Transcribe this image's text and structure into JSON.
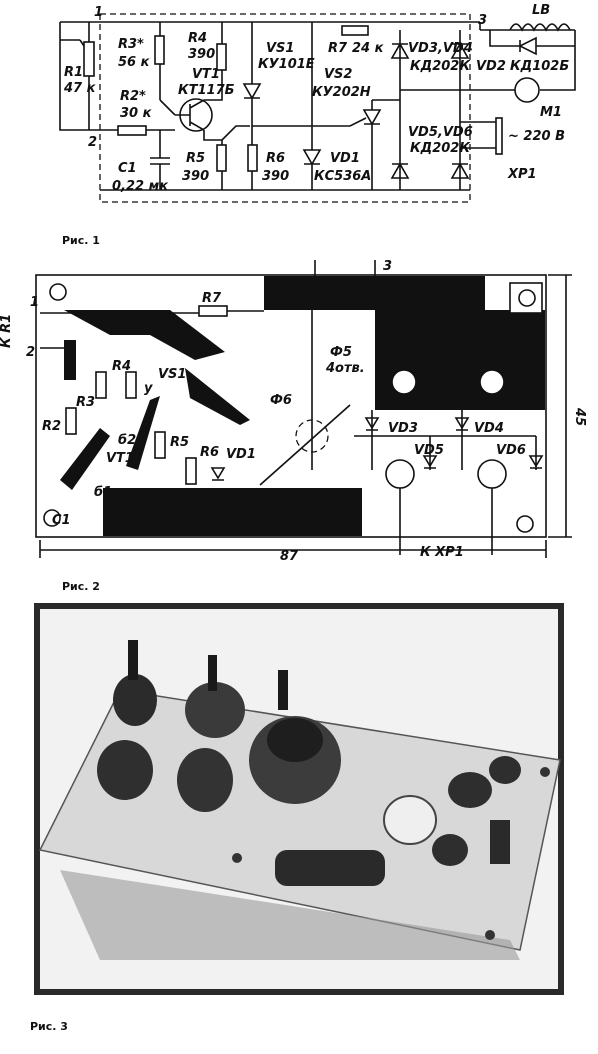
{
  "figure1": {
    "caption": "Рис. 1",
    "nodes": {
      "n1": "1",
      "n2": "2",
      "n3": "3"
    },
    "components": {
      "R1": {
        "ref": "R1",
        "value": "47 к"
      },
      "R2": {
        "ref": "R2*",
        "value": "30 к"
      },
      "R3": {
        "ref": "R3*",
        "value": "56 к"
      },
      "R4": {
        "ref": "R4",
        "value": "390"
      },
      "VT1": {
        "ref": "VT1",
        "value": "КТ117Б"
      },
      "R5": {
        "ref": "R5",
        "value": "390"
      },
      "R6": {
        "ref": "R6",
        "value": "390"
      },
      "C1": {
        "ref": "C1",
        "value": "0,22 мк"
      },
      "VS1": {
        "ref": "VS1",
        "value": "КУ101Е"
      },
      "VS2": {
        "ref": "VS2",
        "value": "КУ202Н"
      },
      "R7": {
        "ref": "R7",
        "value": "24 к"
      },
      "VD1": {
        "ref": "VD1",
        "value": "КС536А"
      },
      "VD3VD4": {
        "ref": "VD3,VD4",
        "value": "КД202К"
      },
      "VD5VD6": {
        "ref": "VD5,VD6",
        "value": "КД202К"
      },
      "VD2": {
        "ref": "VD2",
        "value": "КД102Б"
      },
      "LB": {
        "ref": "LB"
      },
      "M1": {
        "ref": "M1"
      },
      "XP1": {
        "ref": "XP1",
        "value": "~ 220 В"
      }
    }
  },
  "figure2": {
    "caption": "Рис. 2",
    "side_label": "К R1",
    "pins": {
      "p1": "1",
      "p2": "2",
      "p3": "3"
    },
    "labels": {
      "R1": "R7",
      "R2": "R2",
      "R3": "R3",
      "R4": "R4",
      "R5": "R5",
      "R6": "R6",
      "VS1": "VS1",
      "VT1": "VT1",
      "VD1": "VD1",
      "VD3": "VD3",
      "VD4": "VD4",
      "VD5": "VD5",
      "VD6": "VD6",
      "C1": "C1",
      "y": "у",
      "b1": "б1",
      "b2": "б2"
    },
    "holes_main": "Ф5",
    "holes_count": "4отв.",
    "hole_small": "Ф6",
    "dim_width": "87",
    "dim_height": "45",
    "to_xp1": "К  XP1"
  },
  "figure3": {
    "caption": "Рис. 3"
  }
}
